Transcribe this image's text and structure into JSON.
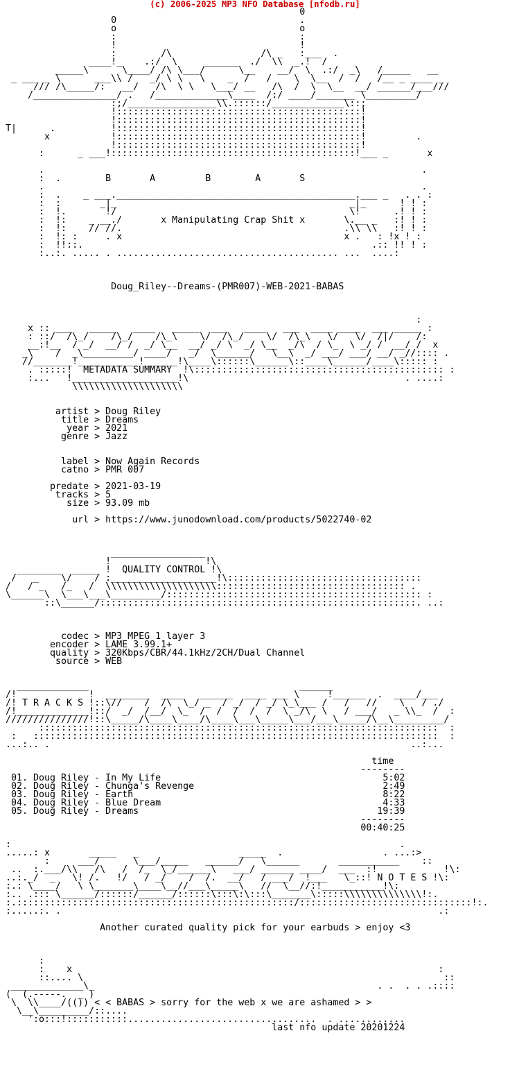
{
  "header": {
    "text": "(c) 2006-2025 MP3 NFO Database [nfodb.ru]",
    "color": "#cc0000"
  },
  "nfo": {
    "lines": [
      "                                                      0",
      "                    0                                 .",
      "                    o                                 o",
      "                    :                                 :",
      "                    !                                 !",
      "                    :        /\\                /\\ _   :___  .",
      "                ____!_    .:/  \\     ______  ./  \\\\  _.!  /",
      "          _____\\      \\____/ /\\ \\___/      \\__    __/  \\  .:/  _\\   /_____   __",
      "  _ ___ _ \\      ___\\\\ /   _/ \\ \\   \\    _  /   /    \\  \\__  /  /   /__ _ ____ _",
      "      /// /\\_____/:   __/   /\\  \\ \\   \\___/ __   /\\  /  \\  \\__  __/ ______/___///",
      "     /_______________/ .   /_____________\\____  /:/ ____/_______ \\_________/",
      "                    :;/________________\\\\.::::::/_____________\\::;",
      "                    !::::::::::::::::::::::::::::::::::::::::::::!",
      "                    !::::::::::::::::::::::::::::::::::::::::::::!",
      " T|      .          !::::::::::::::::::::::::::::::::::::::::::::!",
      "        x           !::::::::::::::::::::::::::::::::::::::::::::!         .",
      "                    !::::::::::::::::::::::::::::::::::::::::::::!",
      "       :      _ ___!::::::::::::::::::::::::::::::::::::::::::::!___ _       x",
      "",
      "       .                                                                    .",
      "       :  .        B       A         B        A       S",
      "       .                                                                    .",
      "       :  .    _ ___.___________________________________________.___ _   . . :",
      "       :  :       _|_                                          _|_      ! ! :",
      "       :  !.       !/                                          \\!      .! ! :",
      "       :  !:    _ __./       x Manipulating Crap Shit x       \\.__ _   :! ! :",
      "       :  !:    // //.                                        .\\\\ \\\\   :! ! :",
      "       :  !: :     . x                                        x .   : !x ! :",
      "       :  !!::.                                                    .:: !! ! :",
      "       :..:. ..... . ........................................ ...  ....:",
      "",
      "",
      "",
      "                    Doug_Riley--Dreams-(PMR007)-WEB-2021-BABAS",
      "",
      "",
      "",
      "                                                                           :",
      "     x :: ___   _____   ____   _____  ___   ____   ___  ____ ____  ___ _____ :",
      "     : ::/  /\\_/    /\\_/    /\\_\\    \\/  /\\_/    \\/  /\\_\\   \\/   \\/  /|/    /: ",
      "     __:!__  / _/  __/ /  _/ \\__  __/ _/ \\  _/ \\__  _/\\  / \\_  \\ _/ /  __/ /  x",
      "    _\\    /  _\\_________/ ____/   _/  \\______/   \\__\\  _/ ___/ ___/ __/ _//:::: .",
      "    //_______!___________!______!\\____\\::::::\\______\\::____\\______/____\\::::: :",
      "     . :::::!  METADATA SUMMARY  !\\::::::::::::::::::::::::::::::::::::::::::::: :",
      "     :...   !___________________!\\                                       . ....:",
      "             \\\\\\\\\\\\\\\\\\\\\\\\\\\\\\\\\\\\\\\\",
      "",
      "",
      "          artist > Doug Riley",
      "           title > Dreams",
      "            year > 2021",
      "           genre > Jazz",
      "",
      "",
      "           label > Now Again Records",
      "           catno > PMR 007",
      "",
      "         predate > 2021-03-19",
      "          tracks > 5",
      "            size > 93.09 mb",
      "",
      "             url > https://www.junodownload.com/products/5022740-02",
      "",
      "",
      "",
      "                    _________________",
      "                   !                 !\\",
      "   ________  _____ !  QUALITY CONTROL !\\",
      "  /   _    \\/    / :___________________!\\:::::::::::::::::::::::::::::::::::",
      " /   / _   /_   /  \\\\\\\\\\\\\\\\\\\\\\\\\\\\\\\\\\\\\\\\:::::::::::::::::::::::::::::::::: .",
      " \\______\\  \\___\\___\\_________/:::::::::::::::::::::::::::::::::::::::::::::: :",
      "        ::\\______/:::::::::::::::::::::::::::::::::::::::::::::::::::::::::. ..:",
      "",
      "",
      "",
      "           codec > MP3 MPEG 1 layer 3",
      "         encoder > LAME 3.99.1+",
      "         quality > 320Kbps/CBR/44.1kHz/2CH/Dual Channel",
      "          source > WEB",
      "",
      "",
      "   _____________                                      ______",
      " /!             !  ________  ____   ______  ____ ___ \\     !______  .  ____/___",
      " /! T R A C K S !::\\//    /  /\\  \\_/ _  / _/  / _/ \\_\\___ /   /   //    \\   / ./",
      " /!_____________!::/  _/  /__/  \\_  /  /  /  /  /  \\ _/\\  \\   / ___/   _ \\\\_  /  :",
      " ///////////////!::\\_____/\\____\\____/\\____\\___\\_____\\___/___\\_____/\\__\\_________/ ",
      "       ::::::::::::::::::::::::::::::::::::::::::::::::::::::::::::::::::::::::  :",
      "  :   :::::::::::::::::::::::::::::::::::::::::::::::::::::::::::::::::::::::::  :",
      " ...:.. .                                                                 ..:...",
      "",
      "                                                                   time",
      "                                                                 --------",
      "  01. Doug Riley - In My Life                                        5:02",
      "  02. Doug Riley - Chunga's Revenge                                  2:49",
      "  03. Doug Riley - Earth                                             8:22",
      "  04. Doug Riley - Blue Dream                                        4:33",
      "  05. Doug Riley - Dreams                                           19:39",
      "                                                                 --------",
      "                                                                 00:40:25",
      "",
      " :                                                                      .",
      " .....: x       _____   _                  _____  .                  . ...:>",
      "        :     ___/      \\___/_____   ______/   \\______       ___________    :: ",
      "  ..  :.___/\\\\   /\\   /  /_  \\_/______\\   ___/ ______ ____/  ___  :!            !\\:",
      " ..:._/  _   \\! /.   !/   / _/    /  /.  __/   / ___/  !___   \\_::! N O T E S !\\:",
      " :.: \\____/   \\ \\_______\\____\\__//___\\_____\\   //  \\__//:!___________!\\:",
      " :.. .::: \\______/::::::/______/::::::\\:::\\:\\:::\\_______\\:::::\\\\\\\\\\\\\\\\\\\\\\\\\\\\!:.",
      " :.::::::::::::::::::::::::::::::::::::::::::::::::::/:::::::::::::::::::::::::::::::!:.",
      " :.....:. .                                                                    .:",
      "",
      "                  Another curated quality pick for your earbuds > enjoy <3",
      "",
      "",
      "",
      "       :",
      "       :    x                                                                  :",
      "       ::.... \\                                                                 ::",
      "  _____________\\_                                                   . .  . . .::::",
      " (  (.-----.  _ )",
      "  \\  \\\\____/(()) < < BABAS > sorry for the web x we are ashamed > >",
      "   \\__\\_________/::....",
      "     ':o:::!:::::::::::..................................  . ............",
      "                                                 last nfo update 20201224"
    ]
  }
}
